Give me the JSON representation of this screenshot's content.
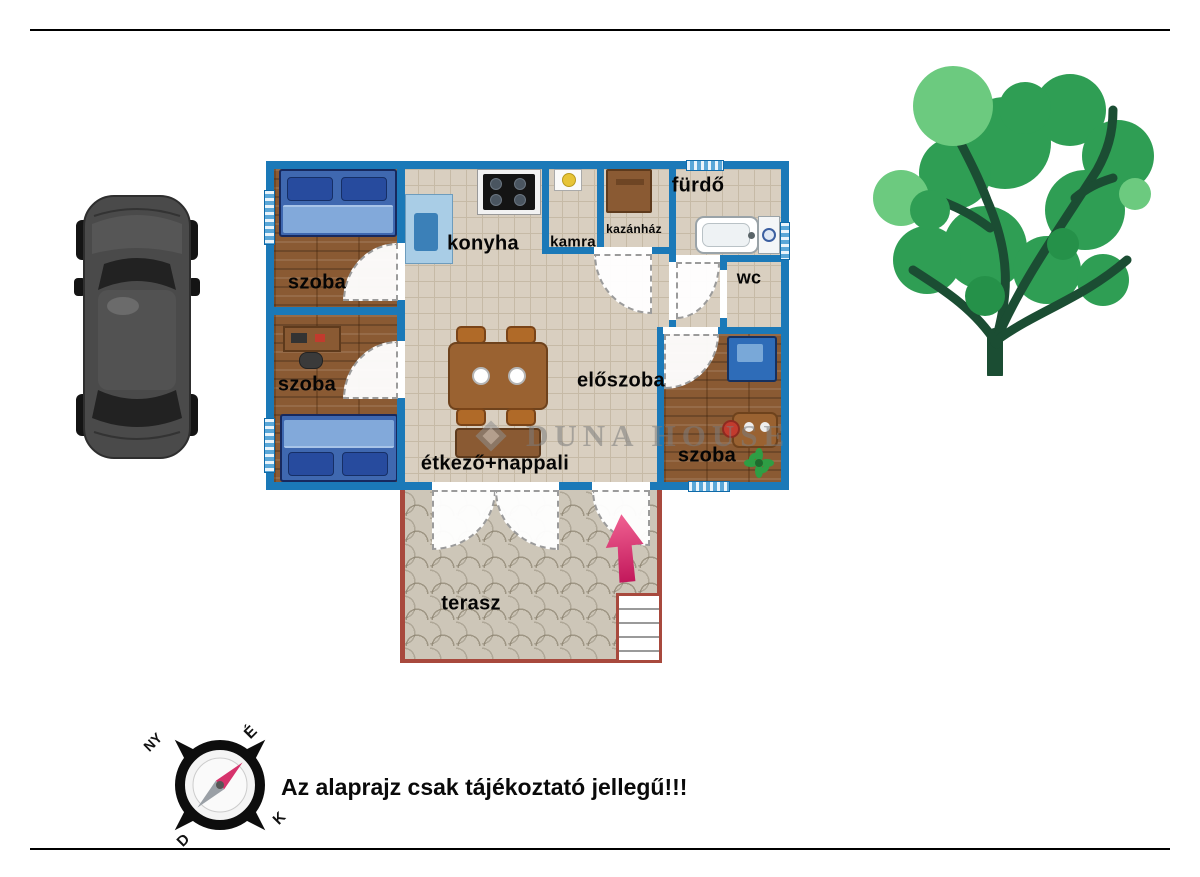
{
  "rooms": {
    "szoba1": {
      "label": "szoba"
    },
    "szoba2": {
      "label": "szoba"
    },
    "szoba3": {
      "label": "szoba"
    },
    "konyha": {
      "label": "konyha"
    },
    "kamra": {
      "label": "kamra"
    },
    "kazanhaz": {
      "label": "kazánház"
    },
    "furdo": {
      "label": "fürdő"
    },
    "wc": {
      "label": "wc"
    },
    "eloszoba": {
      "label": "előszoba"
    },
    "etkezo_nappali": {
      "label": "étkező+nappali"
    },
    "terasz": {
      "label": "terasz"
    }
  },
  "watermark": {
    "text": "DUNA HOUSE"
  },
  "compass": {
    "n": "É",
    "s": "D",
    "e": "K",
    "w": "NY"
  },
  "disclaimer": "Az alaprajz csak tájékoztató jellegű!!!",
  "colors": {
    "wall-blue": "#1b79b8",
    "window-blue": "#5aa7d8",
    "tile-beige": "#d9cfc0",
    "tile-line": "#c6baa6",
    "terrace-wall": "#a8493d",
    "terrace-tile": "#cdc6b8",
    "arrow-pink": "#e0336e",
    "bed-blue": "#3f68b0",
    "wood-brown": "#8a5a33",
    "tree-green": "#2f9e54",
    "tree-light": "#6cca7f",
    "tree-dark": "#1b4d33",
    "car-gray": "#4a4a4a",
    "compass-needle": "#d6336c"
  }
}
